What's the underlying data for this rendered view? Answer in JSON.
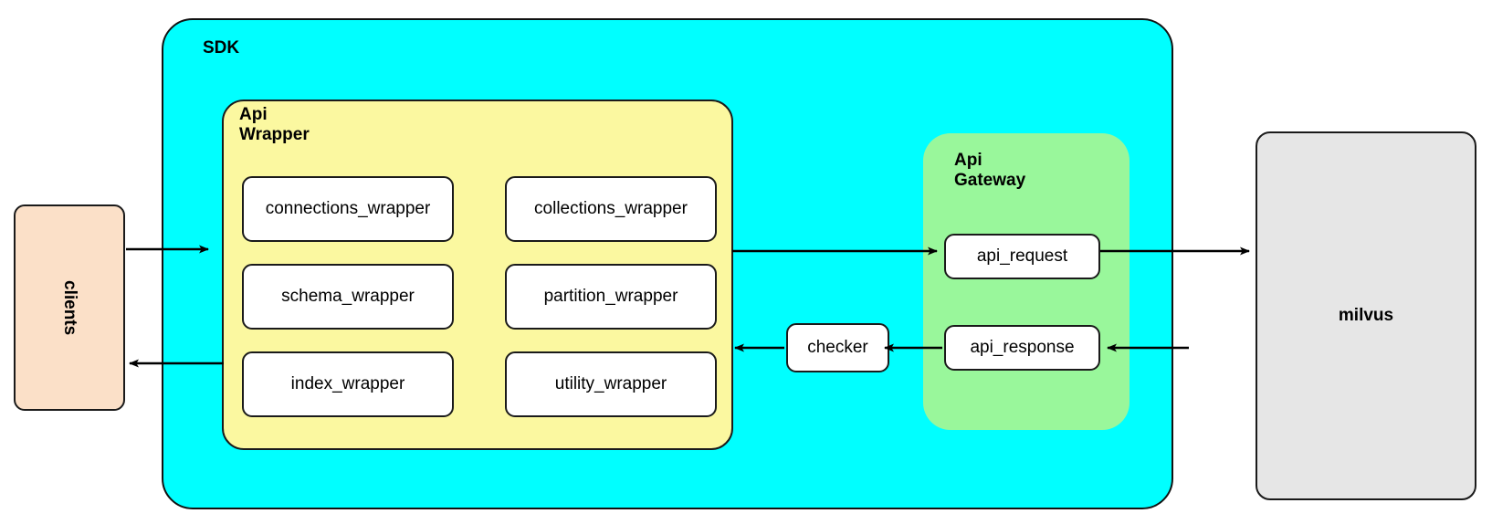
{
  "diagram": {
    "title_sdk": "SDK",
    "containers": {
      "sdk": {
        "label": "SDK",
        "color": "#00ffff"
      },
      "api_wrapper": {
        "label": "Api\nWrapper",
        "color": "#fbf8a0"
      },
      "api_gateway": {
        "label": "Api\nGateway",
        "color": "#99f79b"
      }
    },
    "external": {
      "clients": {
        "label": "clients",
        "color": "#fbe0c8"
      },
      "milvus": {
        "label": "milvus",
        "color": "#e6e6e6"
      }
    },
    "api_wrapper_modules": [
      {
        "label": "connections_wrapper"
      },
      {
        "label": "collections_wrapper"
      },
      {
        "label": "schema_wrapper"
      },
      {
        "label": "partition_wrapper"
      },
      {
        "label": "index_wrapper"
      },
      {
        "label": "utility_wrapper"
      }
    ],
    "api_gateway_modules": [
      {
        "label": "api_request"
      },
      {
        "label": "api_response"
      }
    ],
    "checker": {
      "label": "checker"
    },
    "flows": [
      {
        "from": "clients",
        "to": "api_wrapper"
      },
      {
        "from": "api_wrapper",
        "to": "api_request"
      },
      {
        "from": "api_request",
        "to": "milvus"
      },
      {
        "from": "milvus",
        "to": "api_response"
      },
      {
        "from": "api_response",
        "to": "checker"
      },
      {
        "from": "checker",
        "to": "api_wrapper"
      },
      {
        "from": "api_wrapper",
        "to": "clients"
      }
    ]
  }
}
